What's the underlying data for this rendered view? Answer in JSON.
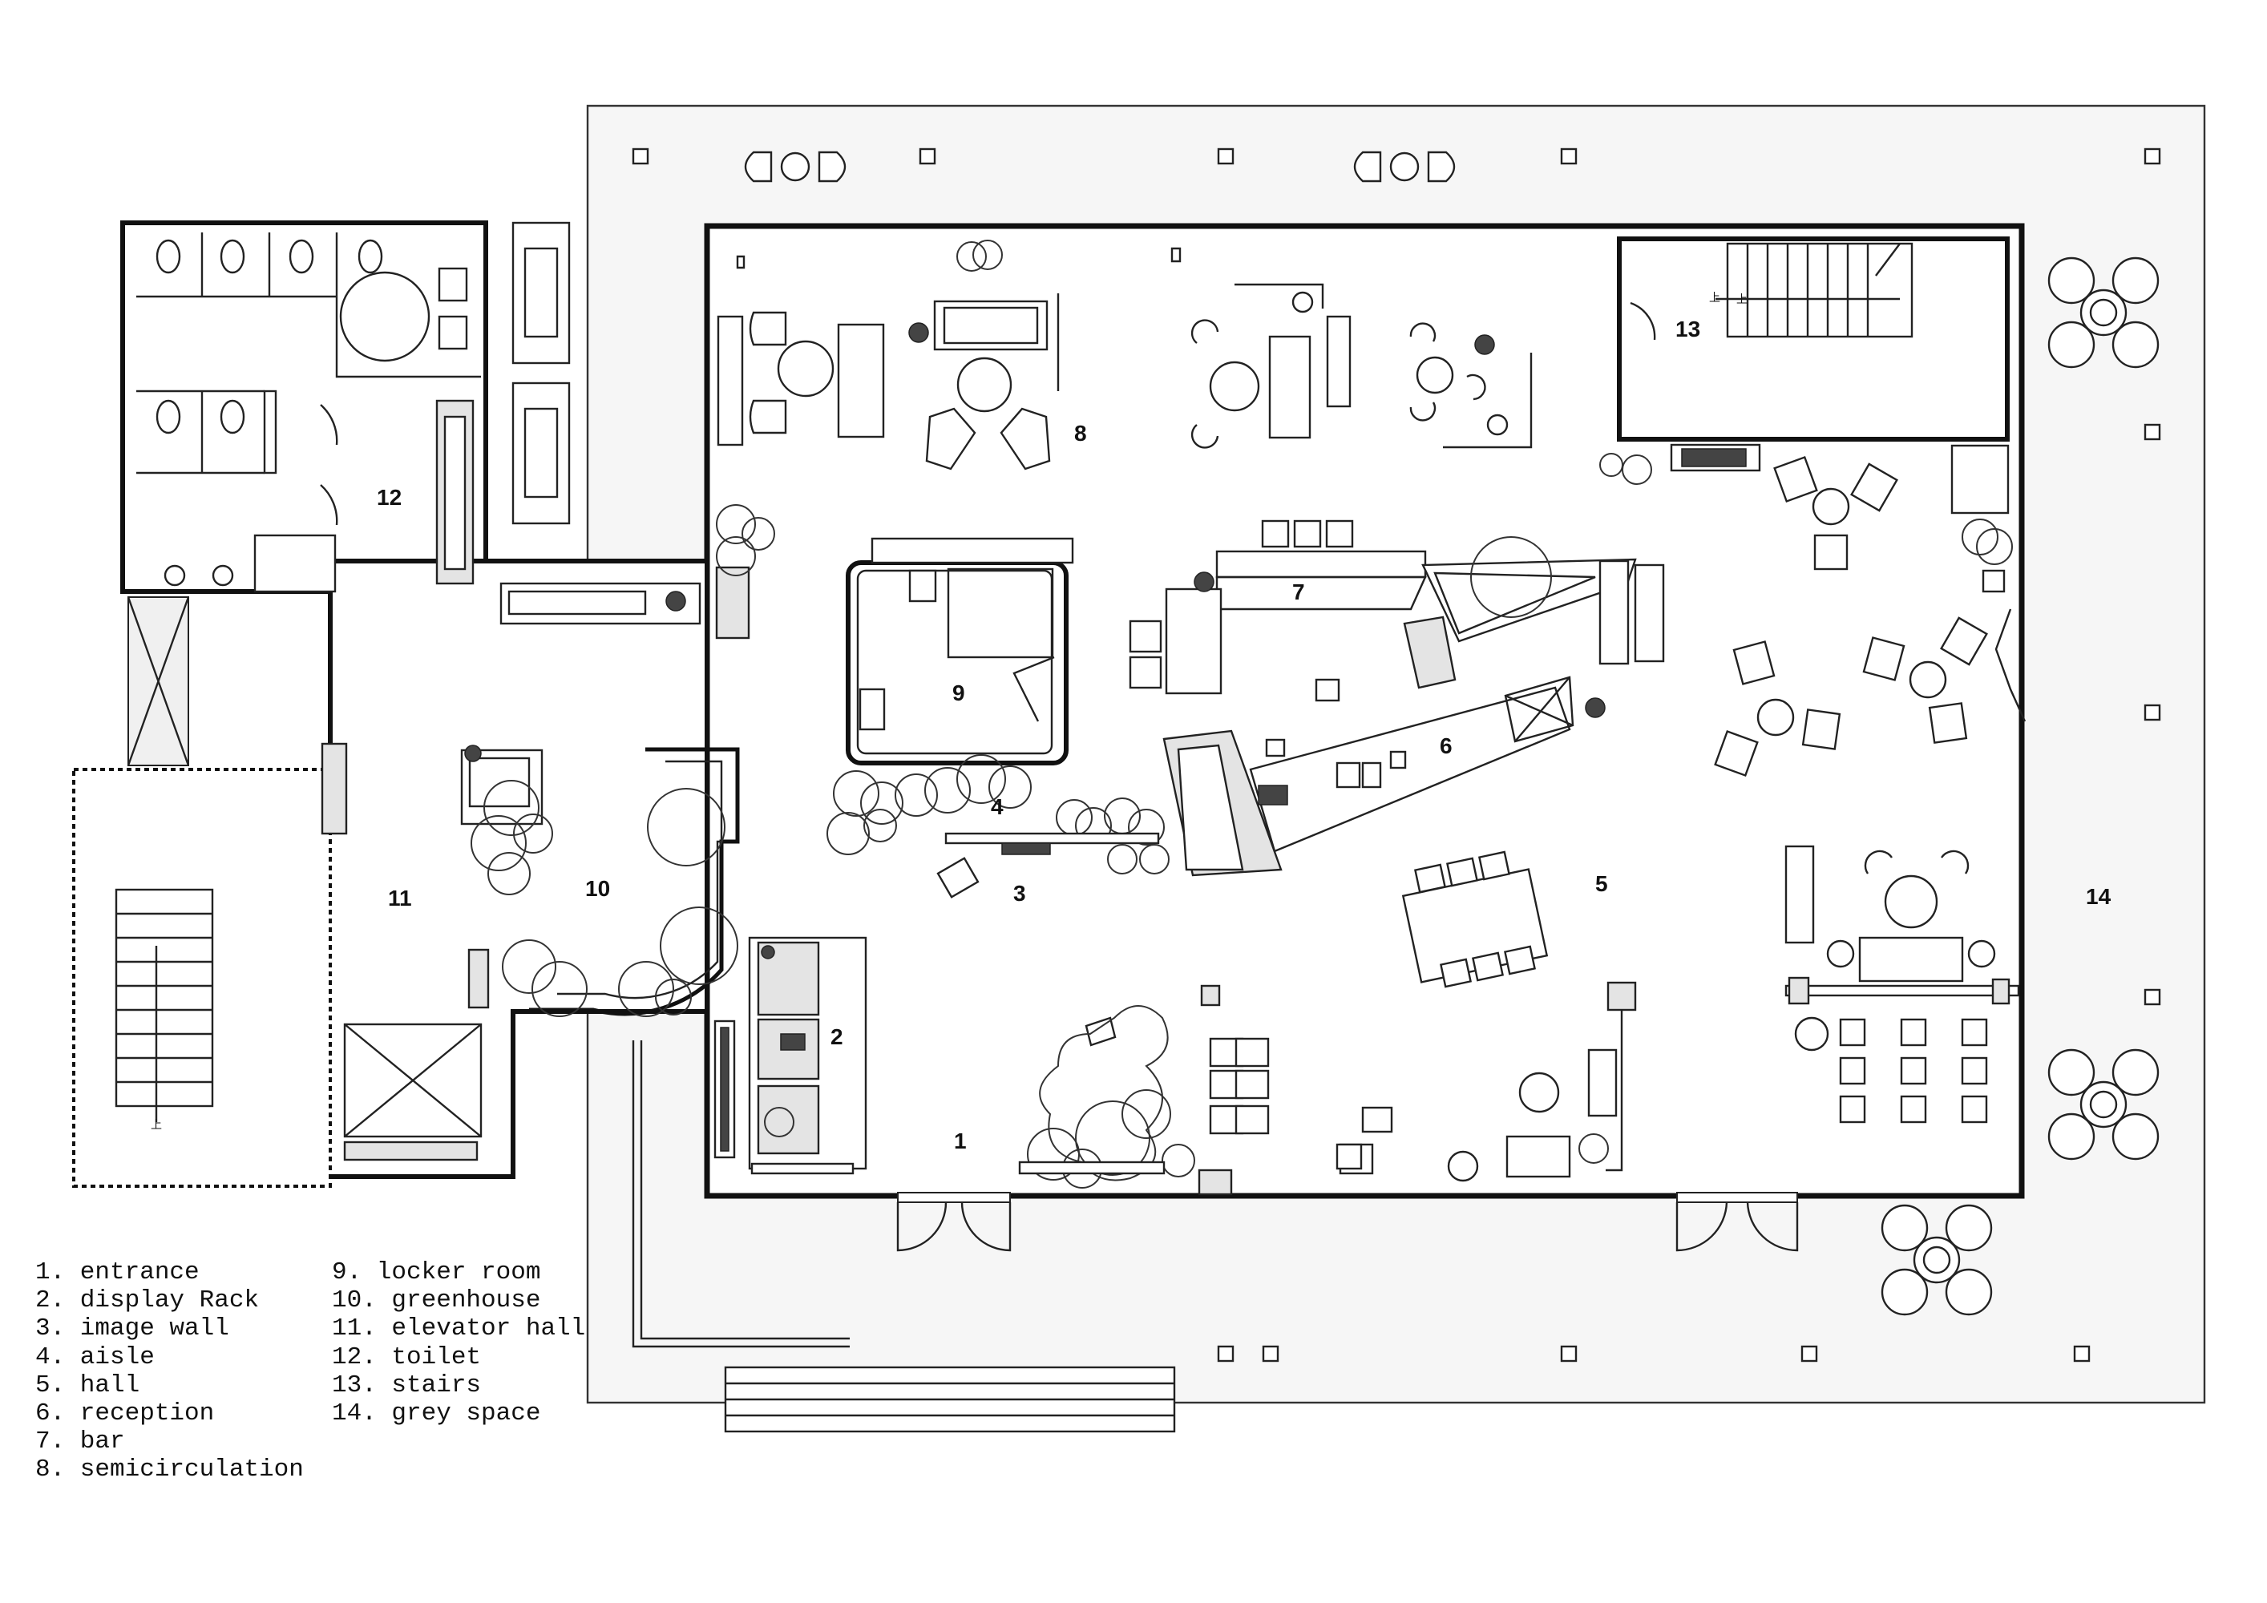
{
  "room_numbers": [
    {
      "label": "1"
    },
    {
      "label": "2"
    },
    {
      "label": "3"
    },
    {
      "label": "4"
    },
    {
      "label": "5"
    },
    {
      "label": "6"
    },
    {
      "label": "7"
    },
    {
      "label": "8"
    },
    {
      "label": "9"
    },
    {
      "label": "10"
    },
    {
      "label": "11"
    },
    {
      "label": "12"
    },
    {
      "label": "13"
    },
    {
      "label": "14"
    }
  ],
  "stair_marks": [
    "上",
    "上",
    "上"
  ],
  "legend": {
    "column_1": [
      "1. entrance",
      "2. display Rack",
      "3. image wall",
      "4. aisle",
      "5. hall",
      "6. reception",
      "7. bar",
      "8. semicirculation"
    ],
    "column_2": [
      "9. locker room",
      "10. greenhouse",
      "11. elevator hall",
      "12. toilet",
      "13. stairs",
      "14. grey space"
    ]
  }
}
